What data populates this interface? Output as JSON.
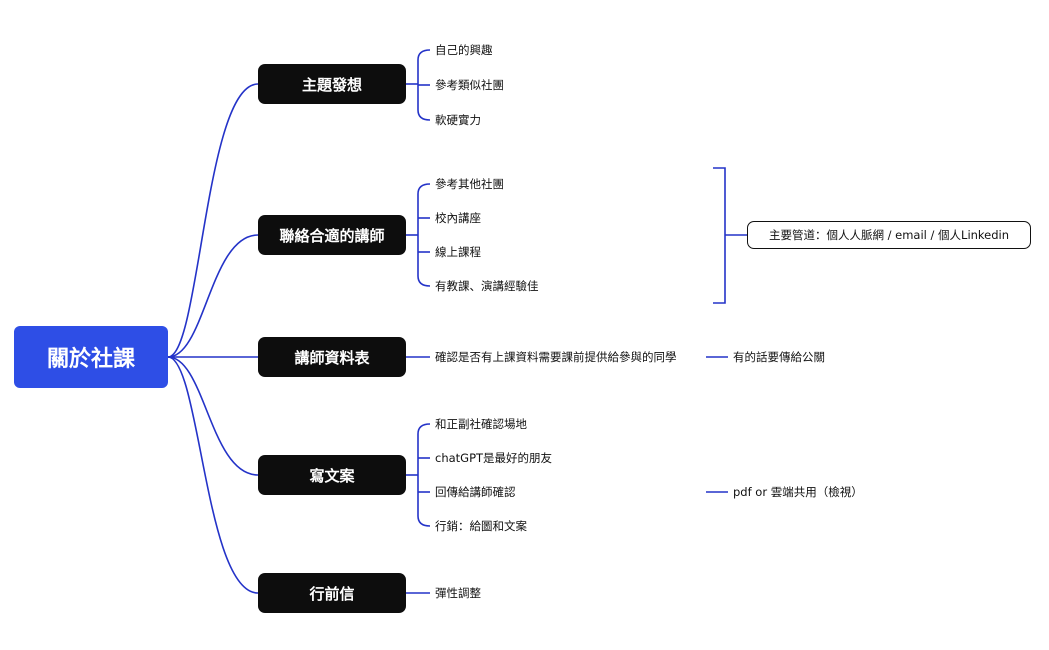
{
  "colors": {
    "accent": "#2e4ee6",
    "topic_bg": "#0d0d0d",
    "line": "#2433c8"
  },
  "root": {
    "label": "關於社課"
  },
  "topics": [
    {
      "label": "主題發想",
      "items": [
        "自己的興趣",
        "參考類似社團",
        "軟硬實力"
      ]
    },
    {
      "label": "聯絡合適的講師",
      "items": [
        "參考其他社團",
        "校內講座",
        "線上課程",
        "有教課、演講經驗佳"
      ],
      "note": "主要管道：個人人脈網 / email / 個人Linkedin"
    },
    {
      "label": "講師資料表",
      "items": [
        "確認是否有上課資料需要課前提供給參與的同學"
      ],
      "followup": "有的話要傳給公關"
    },
    {
      "label": "寫文案",
      "items": [
        "和正副社確認場地",
        "chatGPT是最好的朋友",
        "回傳給講師確認",
        "行銷：給圖和文案"
      ],
      "followup": "pdf or 雲端共用（檢視）"
    },
    {
      "label": "行前信",
      "items": [
        "彈性調整"
      ]
    }
  ]
}
